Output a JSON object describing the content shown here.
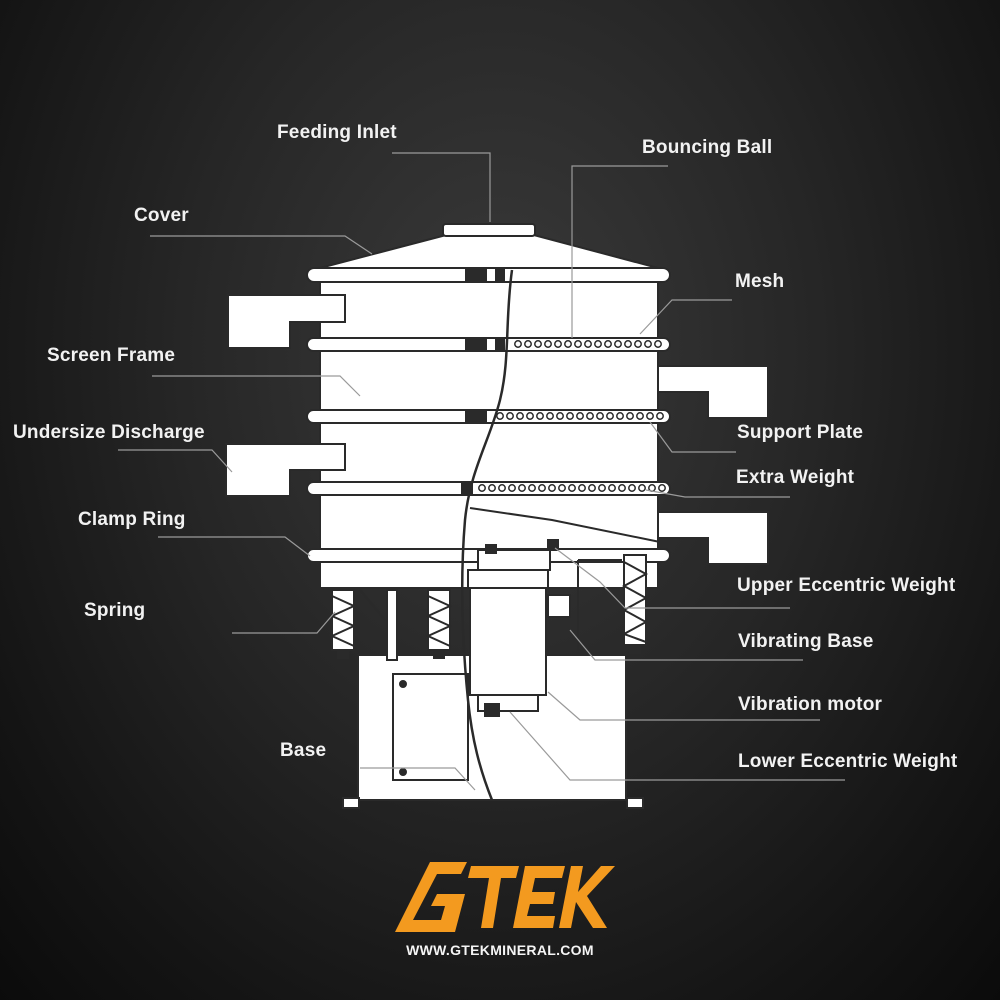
{
  "labels": {
    "feeding_inlet": "Feeding Inlet",
    "bouncing_ball": "Bouncing Ball",
    "cover": "Cover",
    "mesh": "Mesh",
    "screen_frame": "Screen Frame",
    "undersize_discharge": "Undersize Discharge",
    "support_plate": "Support Plate",
    "extra_weight": "Extra Weight",
    "clamp_ring": "Clamp Ring",
    "upper_eccentric_weight": "Upper Eccentric Weight",
    "spring": "Spring",
    "vibrating_base": "Vibrating Base",
    "vibration_motor": "Vibration motor",
    "base": "Base",
    "lower_eccentric_weight": "Lower Eccentric Weight"
  },
  "brand": {
    "name": "GTEK",
    "website": "WWW.GTEKMINERAL.COM",
    "accent_color": "#f39a1f",
    "logo_icon": "gtek-logo-icon"
  },
  "colors": {
    "machine_fill": "#ffffff",
    "machine_stroke": "#2a2a2a",
    "leader_line": "#9a9a9a",
    "text": "#f2f2f2"
  }
}
